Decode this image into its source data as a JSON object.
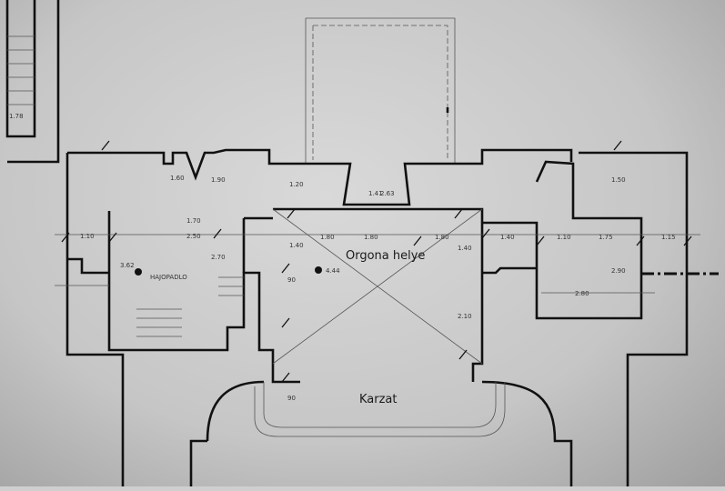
{
  "plan": {
    "rooms": {
      "organ": "Orgona helye",
      "gallery": "Karzat",
      "nave": "HAJOPADLO"
    },
    "levels": {
      "left": "3.62",
      "organ": "4.44"
    },
    "dimensions": {
      "top_left": "1.78",
      "left_1": "1.10",
      "left_2": "2.50",
      "left_3": "1.70",
      "left_4": "2.70",
      "left_5": "1.60",
      "left_6": "1.90",
      "center_top": "1.20",
      "tower_a": "1.41",
      "tower_b": "2.63",
      "organ_1": "1.80",
      "organ_2": "1.80",
      "organ_3": "1.80",
      "organ_h": "1.40",
      "organ_v1": "1.40",
      "organ_v2": "2.10",
      "gallery_1": "90",
      "gallery_2": "90",
      "right_1": "1.40",
      "right_2": "1.10",
      "right_3": "1.75",
      "right_4": "1.15",
      "right_v1": "1.50",
      "right_v2": "2.90",
      "right_h": "2.80"
    }
  }
}
